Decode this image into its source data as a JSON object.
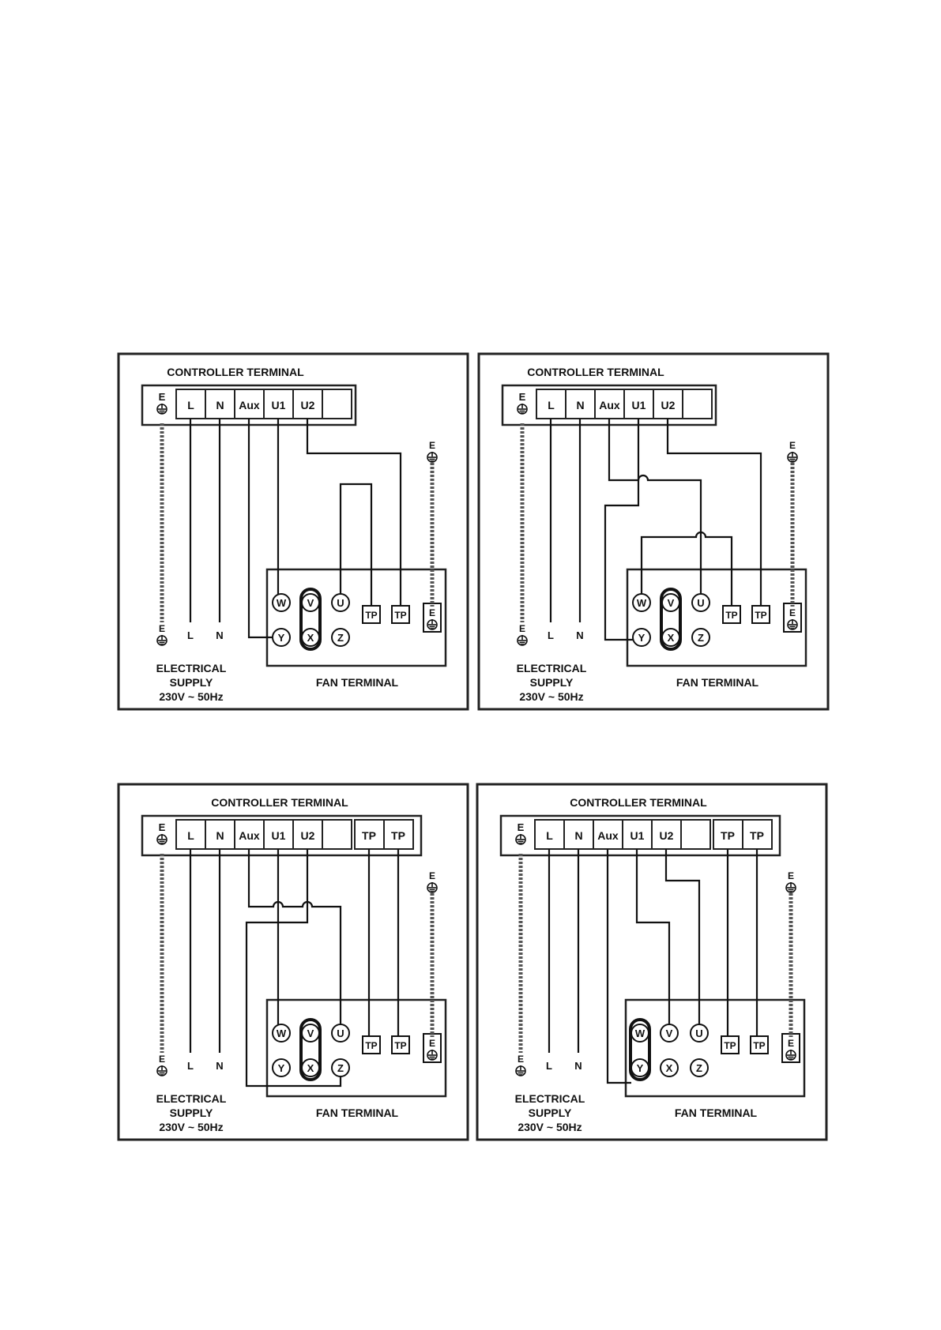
{
  "diagrams": [
    {
      "title": "CONTROLLER TERMINAL",
      "controller_terminals": [
        "E",
        "L",
        "N",
        "Aux",
        "U1",
        "U2"
      ],
      "supply_labels": [
        "E",
        "L",
        "N"
      ],
      "supply_text": [
        "ELECTRICAL",
        "SUPPLY",
        "230V ~ 50Hz"
      ],
      "fan_terminal_label": "FAN TERMINAL",
      "fan_terminals": [
        "W",
        "V",
        "U",
        "Y",
        "X",
        "Z"
      ],
      "tp_labels": [
        "TP",
        "TP"
      ],
      "fan_earth_label": "E",
      "earth_label": "E"
    },
    {
      "title": "CONTROLLER TERMINAL",
      "controller_terminals": [
        "E",
        "L",
        "N",
        "Aux",
        "U1",
        "U2"
      ],
      "supply_labels": [
        "E",
        "L",
        "N"
      ],
      "supply_text": [
        "ELECTRICAL",
        "SUPPLY",
        "230V ~ 50Hz"
      ],
      "fan_terminal_label": "FAN TERMINAL",
      "fan_terminals": [
        "W",
        "V",
        "U",
        "Y",
        "X",
        "Z"
      ],
      "tp_labels": [
        "TP",
        "TP"
      ],
      "fan_earth_label": "E",
      "earth_label": "E"
    },
    {
      "title": "CONTROLLER TERMINAL",
      "controller_terminals": [
        "E",
        "L",
        "N",
        "Aux",
        "U1",
        "U2"
      ],
      "controller_tp_labels": [
        "TP",
        "TP"
      ],
      "supply_labels": [
        "E",
        "L",
        "N"
      ],
      "supply_text": [
        "ELECTRICAL",
        "SUPPLY",
        "230V ~ 50Hz"
      ],
      "fan_terminal_label": "FAN TERMINAL",
      "fan_terminals": [
        "W",
        "V",
        "U",
        "Y",
        "X",
        "Z"
      ],
      "tp_labels": [
        "TP",
        "TP"
      ],
      "fan_earth_label": "E",
      "earth_label": "E"
    },
    {
      "title": "CONTROLLER TERMINAL",
      "controller_terminals": [
        "E",
        "L",
        "N",
        "Aux",
        "U1",
        "U2"
      ],
      "controller_tp_labels": [
        "TP",
        "TP"
      ],
      "supply_labels": [
        "E",
        "L",
        "N"
      ],
      "supply_text": [
        "ELECTRICAL",
        "SUPPLY",
        "230V ~ 50Hz"
      ],
      "fan_terminal_label": "FAN TERMINAL",
      "fan_terminals": [
        "W",
        "V",
        "U",
        "Y",
        "X",
        "Z"
      ],
      "tp_labels": [
        "TP",
        "TP"
      ],
      "fan_earth_label": "E",
      "earth_label": "E"
    }
  ]
}
